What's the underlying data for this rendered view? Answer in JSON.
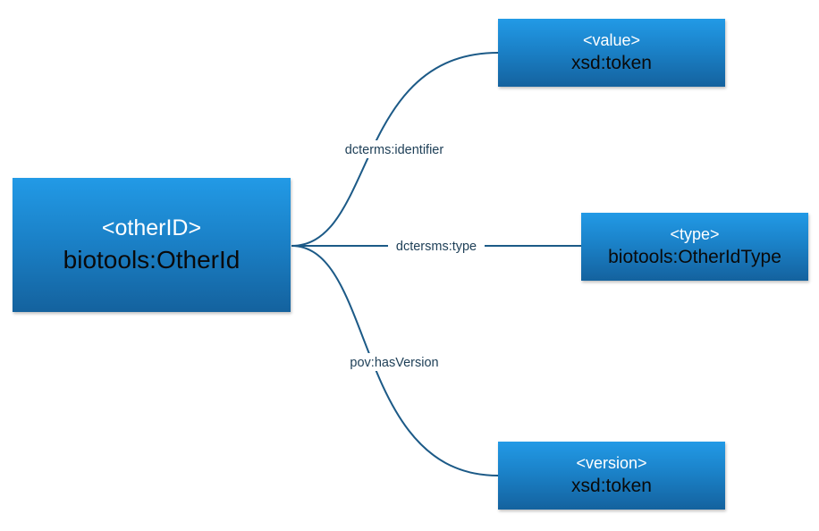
{
  "colors": {
    "node_top": "#229ae6",
    "node_bottom": "#14629e",
    "edge": "#1c5a87",
    "tag_text": "#ffffff",
    "type_text": "#0a0a0a",
    "edge_label_text": "#1f4058"
  },
  "nodes": {
    "main": {
      "tag": "<otherID>",
      "type": "biotools:OtherId"
    },
    "value": {
      "tag": "<value>",
      "type": "xsd:token"
    },
    "type": {
      "tag": "<type>",
      "type": "biotools:OtherIdType"
    },
    "version": {
      "tag": "<version>",
      "type": "xsd:token"
    }
  },
  "edges": {
    "identifier": {
      "label": "dcterms:identifier"
    },
    "type": {
      "label": "dctersms:type"
    },
    "version": {
      "label": "pov:hasVersion"
    }
  }
}
